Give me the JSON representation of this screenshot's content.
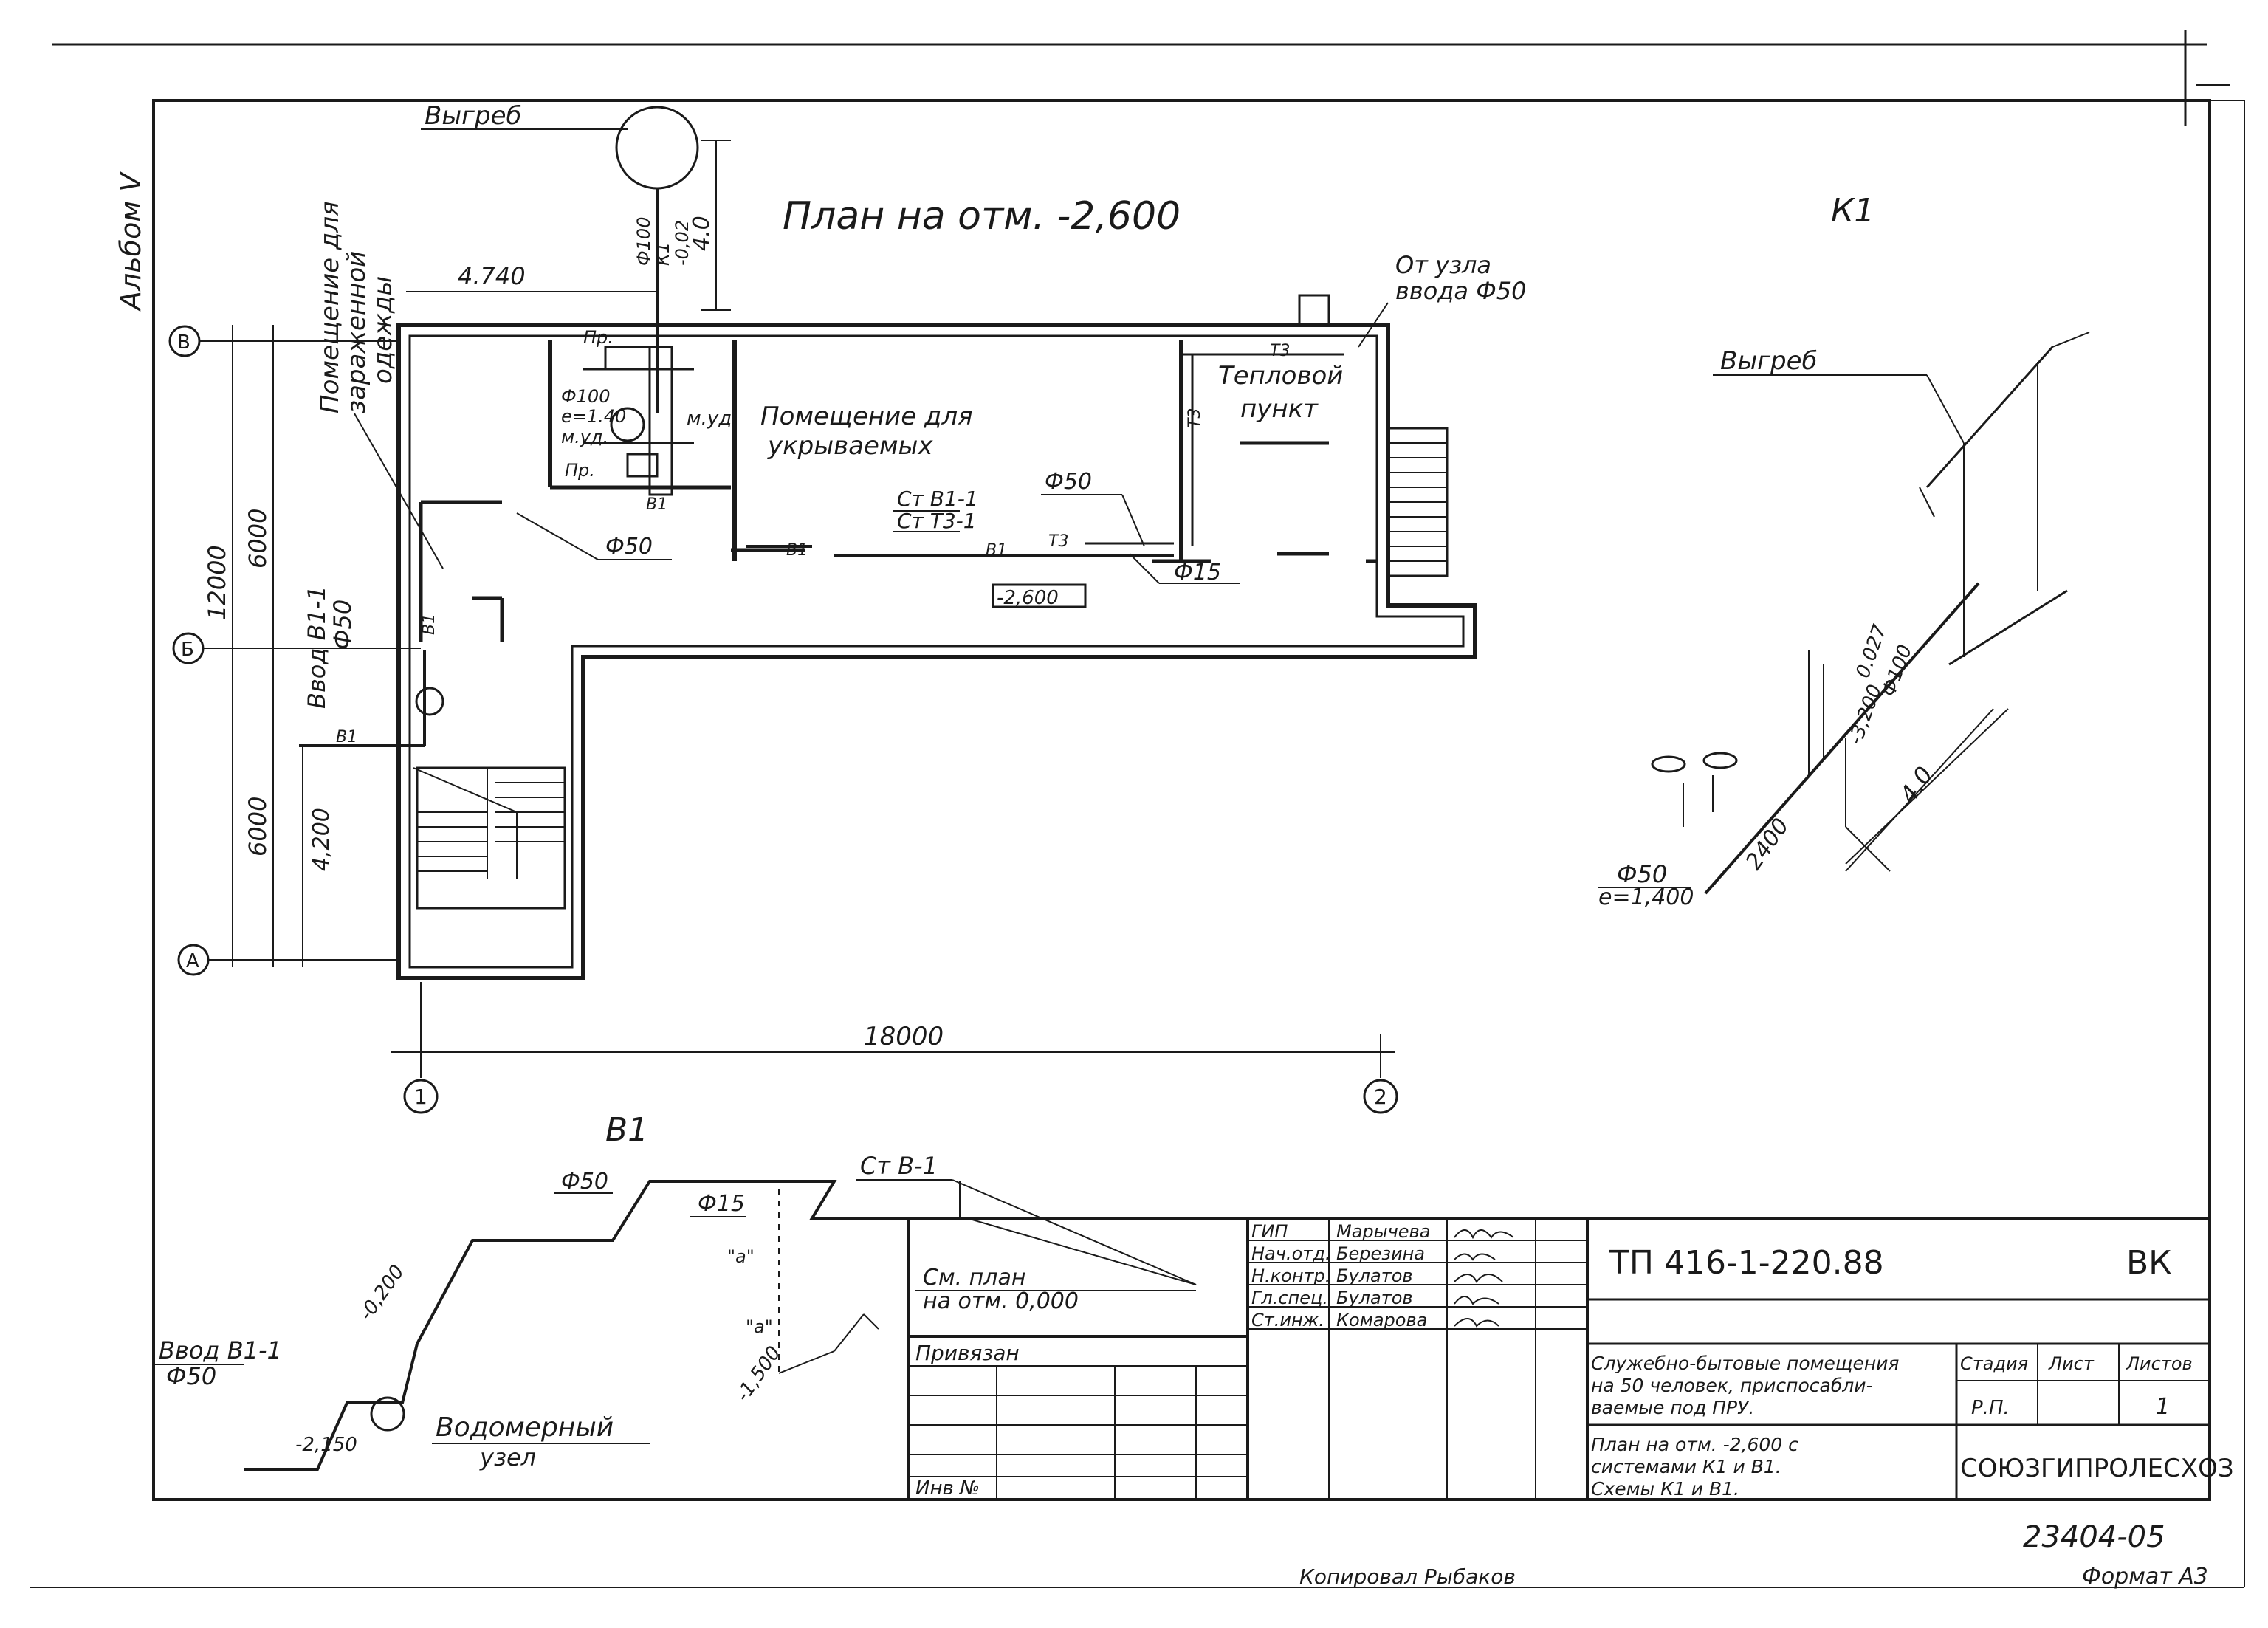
{
  "album": "Альбом V",
  "plan_title": "План на отм. -2,600",
  "vygreb": "Выгреб",
  "rooms": {
    "contaminated": "Помещение для зараженной одежды",
    "sheltered": "Помещение для укрываемых",
    "heat_point": "Тепловой пункт"
  },
  "from_node": [
    "От узла",
    "ввода Ф50"
  ],
  "grid_axes": [
    "В",
    "Б",
    "А",
    "1",
    "2"
  ],
  "dims": {
    "d4740": "4.740",
    "d12000": "12000",
    "d6000_top": "6000",
    "d6000_bot": "6000",
    "d18000": "18000",
    "d4200": "4,200",
    "d40": "4.0",
    "level": "-2,600"
  },
  "labels": {
    "f100_k1": [
      "Ф100",
      "К1",
      "-0,02"
    ],
    "pr1": "Пр.",
    "f100_k1b": [
      "Ф100",
      "е=1.40",
      "м.уд.",
      "Пр."
    ],
    "m_ud": "м.уд",
    "b1": "В1",
    "b1b": "В1",
    "b1c": "В1",
    "b1d": "В1",
    "b1e": "В1",
    "t3a": "Т3",
    "t3b": "Т3",
    "t3c": "Т3",
    "stv": "Ст В1-1",
    "stt": "Ст Т3-1",
    "f50a": "Ф50",
    "f50b": "Ф50",
    "f15": "Ф15",
    "vvod": "Ввод В1-1",
    "vvod_f": "Ф50"
  },
  "k1": {
    "title": "К1",
    "vygreb": "Выгреб",
    "d0027": "0.027",
    "f100": "Ф100",
    "d3200": "-3,200",
    "d2400": "2400",
    "d40": "4.0",
    "f50": "Ф50",
    "e": "е=1,400"
  },
  "b1": {
    "title": "В1",
    "f50": "Ф50",
    "f15": "Ф15",
    "st": "Ст В-1",
    "d0200": "-0,200",
    "d1500": "-1,500",
    "d2150": "-2,150",
    "vvod": "Ввод В1-1",
    "vvod_f": "Ф50",
    "meter": "Водомерный",
    "meter2": "узел",
    "a1": "\"а\"",
    "a2": "\"а\"",
    "see_plan": [
      "См. план",
      "на отм. 0,000"
    ]
  },
  "stamp": {
    "project": "ТП 416-1-220.88",
    "mark": "ВК",
    "roles": [
      "ГИП",
      "Нач.отд.",
      "Н.контр.",
      "Гл.спец.",
      "Ст.инж."
    ],
    "names": [
      "Марычева",
      "Березина",
      "Булатов",
      "Булатов",
      "Комарова"
    ],
    "privyazan": "Привязан",
    "inv": "Инв №",
    "desc": [
      "Служебно-бытовые помещения",
      "на 50 человек, приспосабли-",
      "ваемые под ПРУ."
    ],
    "sheet_desc": [
      "План на отм. -2,600 с",
      "системами К1 и В1.",
      "Схемы К1 и В1."
    ],
    "stage_h": "Стадия",
    "sheet_h": "Лист",
    "sheets_h": "Листов",
    "stage": "Р.П.",
    "sheets": "1",
    "org": "СОЮЗГИПРОЛЕСХОЗ"
  },
  "doc_number": "23404-05",
  "copied": "Копировал Рыбаков",
  "format": "Формат А3"
}
